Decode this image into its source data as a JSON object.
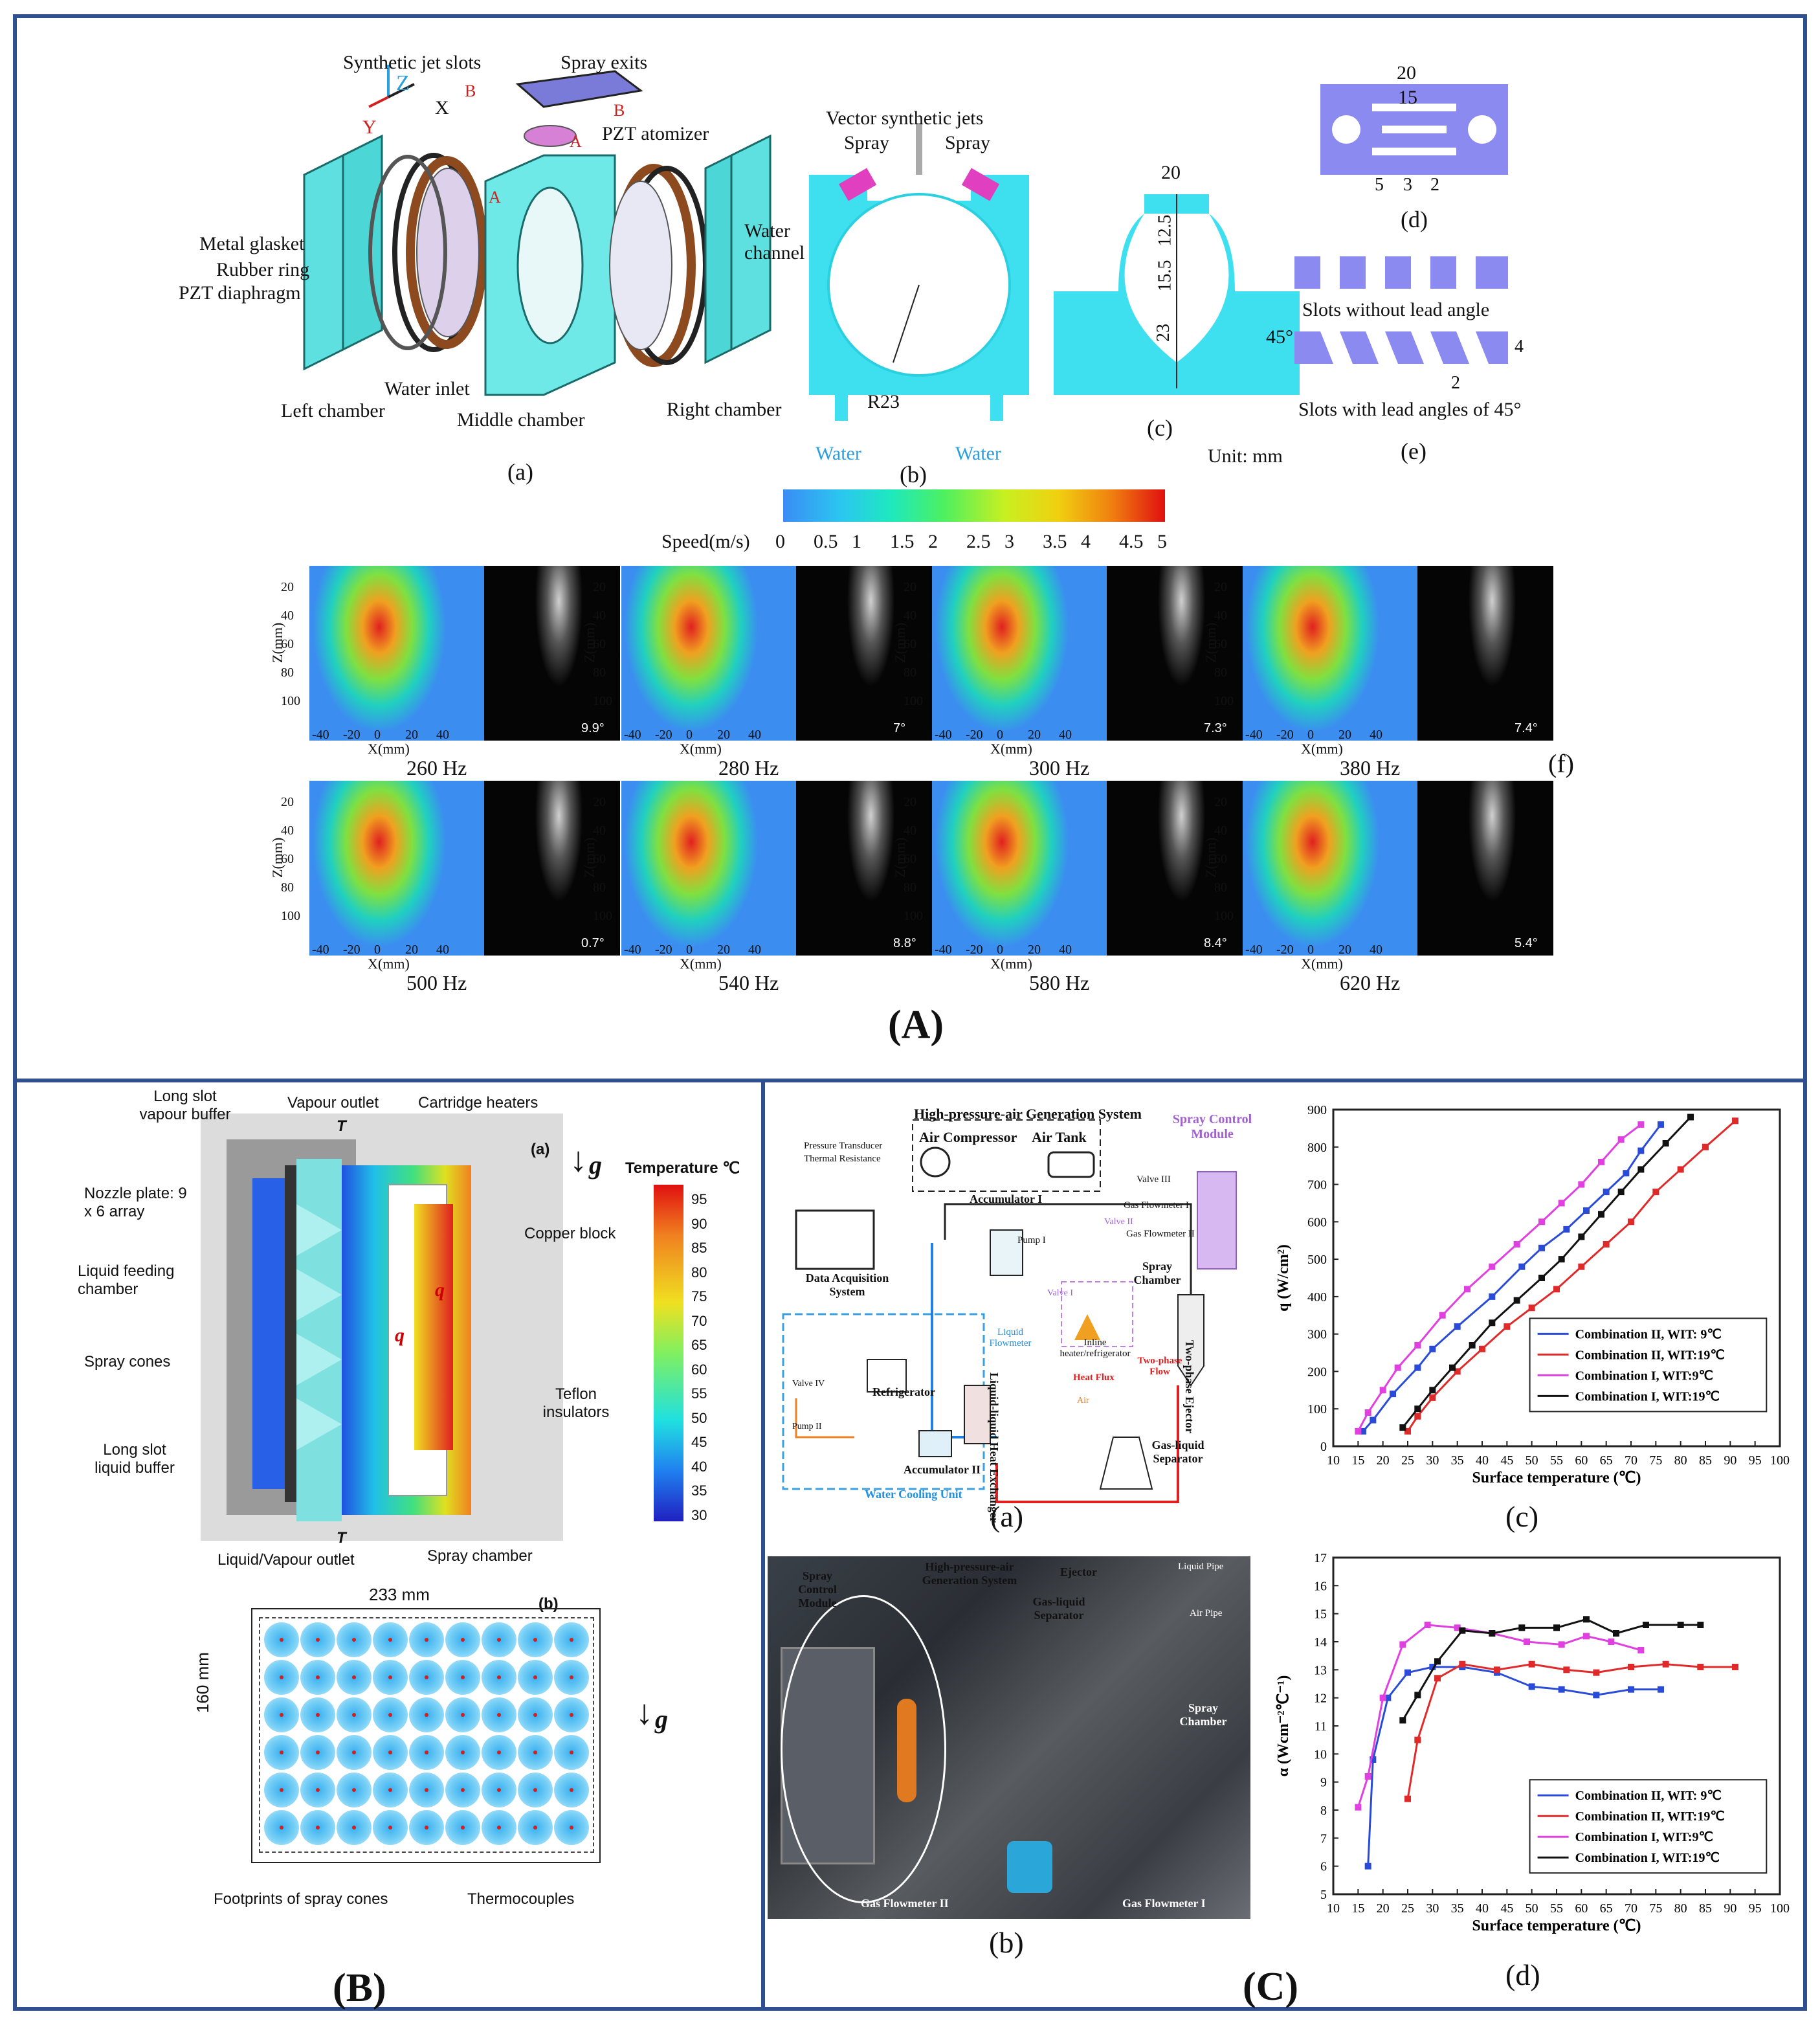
{
  "panelA": {
    "label": "(A)",
    "sub": {
      "a": "(a)",
      "b": "(b)",
      "c": "(c)",
      "d": "(d)",
      "e": "(e)",
      "f": "(f)"
    },
    "a_callouts": [
      "Synthetic jet slots",
      "Spray exits",
      "PZT atomizer",
      "Metal glasket",
      "Rubber ring",
      "PZT diaphragm",
      "Water inlet",
      "Left chamber",
      "Middle chamber",
      "Right chamber"
    ],
    "axes": {
      "z": "Z",
      "x": "X",
      "y": "Y",
      "b1": "B",
      "b2": "B",
      "a1": "A",
      "a2": "A"
    },
    "b_labels": {
      "vector": "Vector synthetic jets",
      "spray": "Spray",
      "water_channel": "Water channel",
      "r": "R23",
      "water": "Water"
    },
    "c_dims": {
      "w": "20",
      "d1": "12.5",
      "d2": "15.5",
      "d3": "23"
    },
    "d_dims": {
      "w1": "20",
      "w2": "15",
      "a": "5",
      "b": "3",
      "c": "2"
    },
    "e_labels": {
      "no_lead": "Slots without lead angle",
      "angle": "45°",
      "four": "4",
      "two": "2",
      "with_lead": "Slots with lead angles of 45°"
    },
    "unit": "Unit: mm",
    "colorbar": {
      "title": "Speed(m/s)",
      "ticks": [
        "0",
        "0.5",
        "1",
        "1.5",
        "2",
        "2.5",
        "3",
        "3.5",
        "4",
        "4.5",
        "5"
      ]
    },
    "piv": {
      "zlabel": "Z(mm)",
      "xlabel": "X(mm)",
      "zticks": [
        "20",
        "40",
        "60",
        "80",
        "100"
      ],
      "xticks": [
        "-40",
        "-20",
        "0",
        "20",
        "40"
      ],
      "frames": [
        {
          "freq": "260 Hz",
          "angle": "9.9°"
        },
        {
          "freq": "280 Hz",
          "angle": "7°"
        },
        {
          "freq": "300 Hz",
          "angle": "7.3°"
        },
        {
          "freq": "380 Hz",
          "angle": "7.4°"
        },
        {
          "freq": "500 Hz",
          "angle": "0.7°"
        },
        {
          "freq": "540 Hz",
          "angle": "8.8°"
        },
        {
          "freq": "580 Hz",
          "angle": "8.4°"
        },
        {
          "freq": "620 Hz",
          "angle": "5.4°"
        }
      ]
    }
  },
  "panelB": {
    "label": "(B)",
    "sub_a": "(a)",
    "sub_b": "(b)",
    "callouts": [
      "Long slot vapour buffer",
      "Vapour outlet",
      "Cartridge heaters",
      "Nozzle plate: 9 x 6 array",
      "Copper block",
      "Liquid feeding chamber",
      "Spray cones",
      "Teflon insulators",
      "Long slot liquid buffer",
      "Liquid/Vapour outlet",
      "Spray chamber"
    ],
    "T": "T",
    "q": "q",
    "g": "g",
    "temp_title": "Temperature ℃",
    "temp_ticks": [
      "95",
      "90",
      "85",
      "80",
      "75",
      "70",
      "65",
      "60",
      "55",
      "50",
      "45",
      "40",
      "35",
      "30"
    ],
    "width": "233 mm",
    "height": "160 mm",
    "footprints": "Footprints of spray cones",
    "thermocouples": "Thermocouples"
  },
  "panelC": {
    "label": "(C)",
    "sub": {
      "a": "(a)",
      "b": "(b)",
      "c": "(c)",
      "d": "(d)"
    },
    "schematic": {
      "title": "High-pressure-air Generation System",
      "items": [
        "Air Compressor",
        "Air Tank",
        "Spray Control Module",
        "Pressure Transducer",
        "Thermal Resistance",
        "Accumulator I",
        "Pump I",
        "Valve III",
        "Gas Flowmeter I",
        "Gas Flowmeter II",
        "Valve II",
        "Valve I",
        "Data Acquisition System",
        "Spray Chamber",
        "Liquid Flowmeter",
        "Inline heater/refrigerator",
        "Heat Flux",
        "Two-phase Flow",
        "Two-phase Ejector",
        "Refrigerator",
        "Valve IV",
        "Pump II",
        "Accumulator II",
        "Liquid-liquid Heat Exchanger",
        "Water Cooling Unit",
        "Air",
        "Gas-liquid Separator"
      ]
    },
    "photo": [
      "Spray Control Module",
      "High-pressure-air Generation System",
      "Ejector",
      "Liquid Pipe",
      "Gas-liquid Separator",
      "Air Pipe",
      "Spray Chamber",
      "Gas Flowmeter II",
      "Gas Flowmeter I"
    ]
  },
  "chart_data": [
    {
      "type": "line",
      "xlabel": "Surface temperature (℃)",
      "ylabel": "q (W/cm²)",
      "xlim": [
        10,
        100
      ],
      "ylim": [
        0,
        900
      ],
      "xticks": [
        10,
        15,
        20,
        25,
        30,
        35,
        40,
        45,
        50,
        55,
        60,
        65,
        70,
        75,
        80,
        85,
        90,
        95,
        100
      ],
      "yticks": [
        0,
        100,
        200,
        300,
        400,
        500,
        600,
        700,
        800,
        900
      ],
      "legend_position": "bottom-right",
      "series": [
        {
          "name": "Combination II, WIT: 9℃",
          "color": "#2a4bd8",
          "x": [
            16,
            18,
            22,
            27,
            30,
            35,
            42,
            48,
            52,
            57,
            61,
            65,
            69,
            72,
            76
          ],
          "y": [
            40,
            70,
            140,
            210,
            260,
            320,
            400,
            480,
            530,
            580,
            630,
            680,
            730,
            790,
            860
          ]
        },
        {
          "name": "Combination II, WIT:19℃",
          "color": "#e02a2a",
          "x": [
            25,
            27,
            30,
            35,
            40,
            45,
            50,
            55,
            60,
            65,
            70,
            75,
            80,
            85,
            91
          ],
          "y": [
            40,
            80,
            130,
            200,
            260,
            320,
            370,
            420,
            480,
            540,
            600,
            680,
            740,
            800,
            870
          ]
        },
        {
          "name": "Combination I, WIT:9℃",
          "color": "#e040e0",
          "x": [
            15,
            17,
            20,
            23,
            27,
            32,
            37,
            42,
            47,
            52,
            56,
            60,
            64,
            68,
            72
          ],
          "y": [
            40,
            90,
            150,
            210,
            270,
            350,
            420,
            480,
            540,
            600,
            650,
            700,
            760,
            820,
            860
          ]
        },
        {
          "name": "Combination I, WIT:19℃",
          "color": "#111111",
          "x": [
            24,
            27,
            30,
            34,
            38,
            42,
            47,
            52,
            56,
            60,
            64,
            68,
            72,
            77,
            82
          ],
          "y": [
            50,
            100,
            150,
            210,
            270,
            330,
            390,
            450,
            500,
            560,
            620,
            680,
            740,
            810,
            880
          ]
        }
      ]
    },
    {
      "type": "line",
      "xlabel": "Surface temperature (℃)",
      "ylabel": "α (Wcm⁻²℃⁻¹)",
      "xlim": [
        10,
        100
      ],
      "ylim": [
        5,
        17
      ],
      "xticks": [
        10,
        15,
        20,
        25,
        30,
        35,
        40,
        45,
        50,
        55,
        60,
        65,
        70,
        75,
        80,
        85,
        90,
        95,
        100
      ],
      "yticks": [
        5,
        6,
        7,
        8,
        9,
        10,
        11,
        12,
        13,
        14,
        15,
        16,
        17
      ],
      "legend_position": "bottom-right",
      "series": [
        {
          "name": "Combination II, WIT: 9℃",
          "color": "#2a4bd8",
          "x": [
            17,
            18,
            21,
            25,
            30,
            36,
            43,
            50,
            56,
            63,
            70,
            76
          ],
          "y": [
            6.0,
            9.8,
            12.0,
            12.9,
            13.1,
            13.1,
            12.9,
            12.4,
            12.3,
            12.1,
            12.3,
            12.3
          ]
        },
        {
          "name": "Combination II, WIT:19℃",
          "color": "#e02a2a",
          "x": [
            25,
            27,
            31,
            36,
            43,
            50,
            57,
            63,
            70,
            77,
            84,
            91
          ],
          "y": [
            8.4,
            10.5,
            12.7,
            13.2,
            13.0,
            13.2,
            13.0,
            12.9,
            13.1,
            13.2,
            13.1,
            13.1
          ]
        },
        {
          "name": "Combination I, WIT:9℃",
          "color": "#e040e0",
          "x": [
            15,
            17,
            20,
            24,
            29,
            35,
            42,
            49,
            56,
            61,
            66,
            72
          ],
          "y": [
            8.1,
            9.2,
            12.0,
            13.9,
            14.6,
            14.5,
            14.3,
            14.0,
            13.9,
            14.2,
            14.0,
            13.7
          ]
        },
        {
          "name": "Combination I, WIT:19℃",
          "color": "#111111",
          "x": [
            24,
            27,
            31,
            36,
            42,
            48,
            55,
            61,
            67,
            73,
            80,
            84
          ],
          "y": [
            11.2,
            12.1,
            13.3,
            14.4,
            14.3,
            14.5,
            14.5,
            14.8,
            14.3,
            14.6,
            14.6,
            14.6
          ]
        }
      ]
    }
  ]
}
